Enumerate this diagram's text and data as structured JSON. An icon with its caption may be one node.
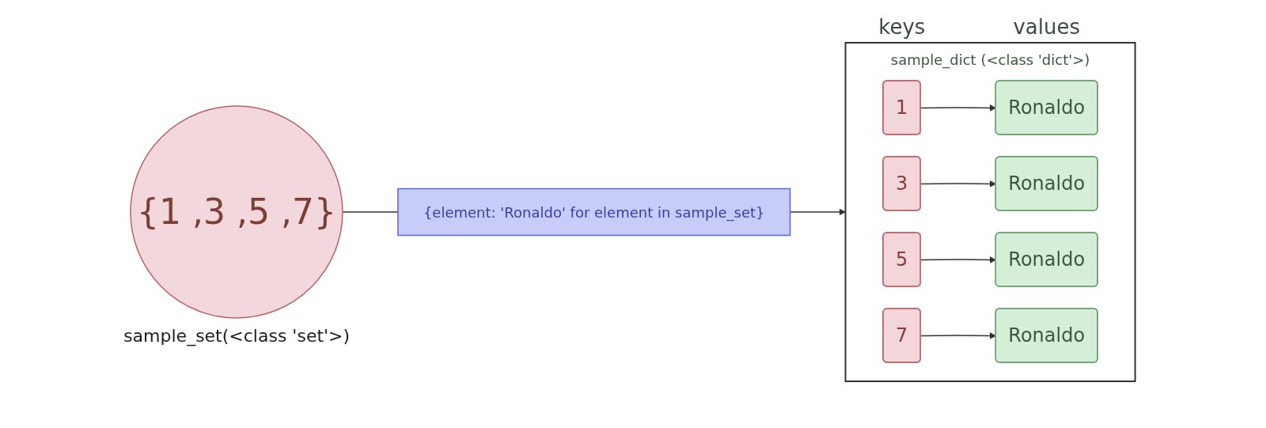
{
  "diagram": {
    "nodes": [
      {
        "text": [
          "{1 ,3 ,5 ,7}"
        ],
        "beside": [
          "sample_set(<class 'set'>)"
        ]
      },
      {
        "text": [
          "{element: 'Ronaldo' for element in sample_set}"
        ]
      },
      {
        "text": [
          "sample_dict (<class 'dict'>)"
        ]
      },
      {
        "text": [
          "1"
        ],
        "in": 2
      },
      {
        "text": [
          "Ronaldo"
        ],
        "in": 2
      },
      {
        "text": [
          "3"
        ],
        "in": 2
      },
      {
        "text": [
          "Ronaldo"
        ],
        "in": 2
      },
      {
        "text": [
          "5"
        ],
        "in": 2
      },
      {
        "text": [
          "Ronaldo"
        ],
        "in": 2
      },
      {
        "text": [
          "7"
        ],
        "in": 2
      },
      {
        "text": [
          "Ronaldo"
        ],
        "in": 2
      }
    ],
    "edges": [
      {
        "from": 0,
        "to": 1,
        "arrow": "none"
      },
      {
        "from": 1,
        "to": 2,
        "arrow": "to"
      },
      {
        "from": 3,
        "to": 4,
        "arrow": "to"
      },
      {
        "from": 5,
        "to": 6,
        "arrow": "to"
      },
      {
        "from": 7,
        "to": 8,
        "arrow": "to"
      },
      {
        "from": 9,
        "to": 10,
        "arrow": "to"
      }
    ],
    "labels": [
      "keys",
      "values"
    ]
  }
}
